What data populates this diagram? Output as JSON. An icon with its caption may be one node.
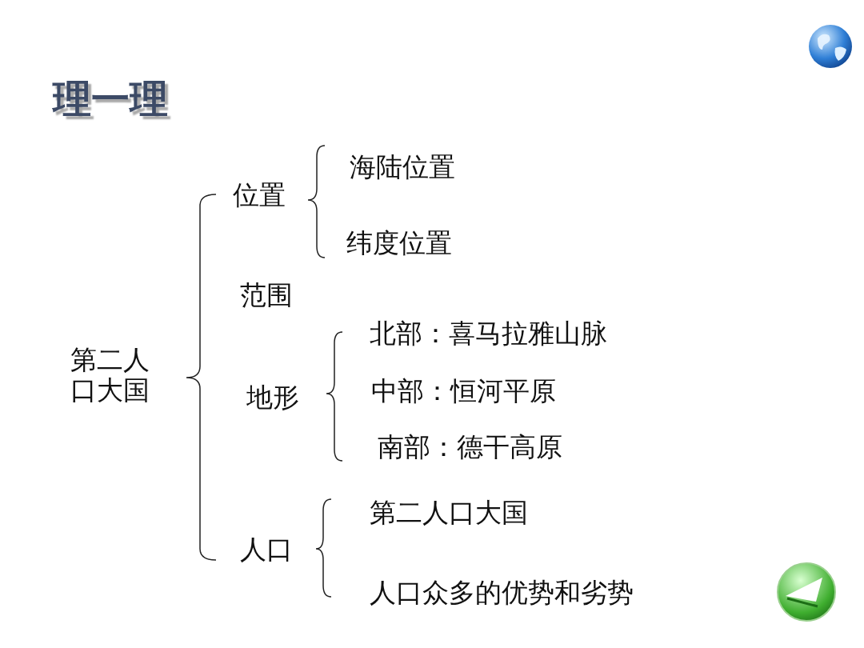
{
  "diagram": {
    "title": "理一理",
    "labels": [
      "第二人口大国",
      "位置",
      "海陆位置",
      "纬度位置",
      "范围",
      "地形",
      "北部：喜马拉雅山脉",
      "中部：恒河平原",
      "南部：德干高原",
      "人口",
      "第二人口大国",
      "人口众多的优势和劣势"
    ]
  }
}
